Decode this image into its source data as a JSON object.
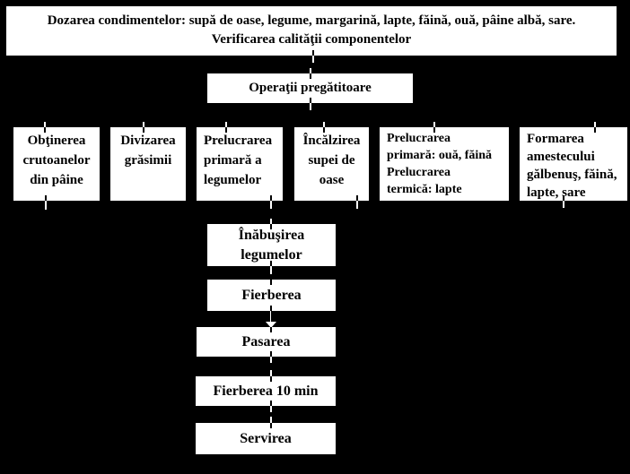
{
  "diagram": {
    "title": {
      "line1": "Dozarea condimentelor: supă de oase, legume, margarină, lapte, făină, ouă, pâine albă, sare.",
      "line2": "Verificarea calităţii componentelor"
    },
    "prep": {
      "label": "Operaţii pregătitoare"
    },
    "branches": [
      {
        "line1": "Obţinerea",
        "line2": "crutoanelor",
        "line3": "din pâine"
      },
      {
        "line1": "Divizarea",
        "line2": "grăsimii"
      },
      {
        "line1": "Prelucrarea",
        "line2": "primară a",
        "line3": "legumelor"
      },
      {
        "line1": "Încălzirea",
        "line2": "supei de",
        "line3": "oase"
      },
      {
        "line1": "Prelucrarea",
        "line2": "primară: ouă, făină",
        "line3": "Prelucrarea",
        "line4": "termică: lapte"
      },
      {
        "line1": "Formarea",
        "line2": "amestecului",
        "line3": "gălbenuş, făină,",
        "line4": "lapte, sare"
      }
    ],
    "steps": [
      {
        "line1": "Înăbuşirea",
        "line2": "legumelor"
      },
      {
        "line1": "Fierberea"
      },
      {
        "line1": "Pasarea"
      },
      {
        "line1": "Fierberea 10 min"
      },
      {
        "line1": "Servirea"
      }
    ],
    "colors": {
      "background": "#000000",
      "box_fill": "#ffffff",
      "text": "#000000"
    }
  }
}
